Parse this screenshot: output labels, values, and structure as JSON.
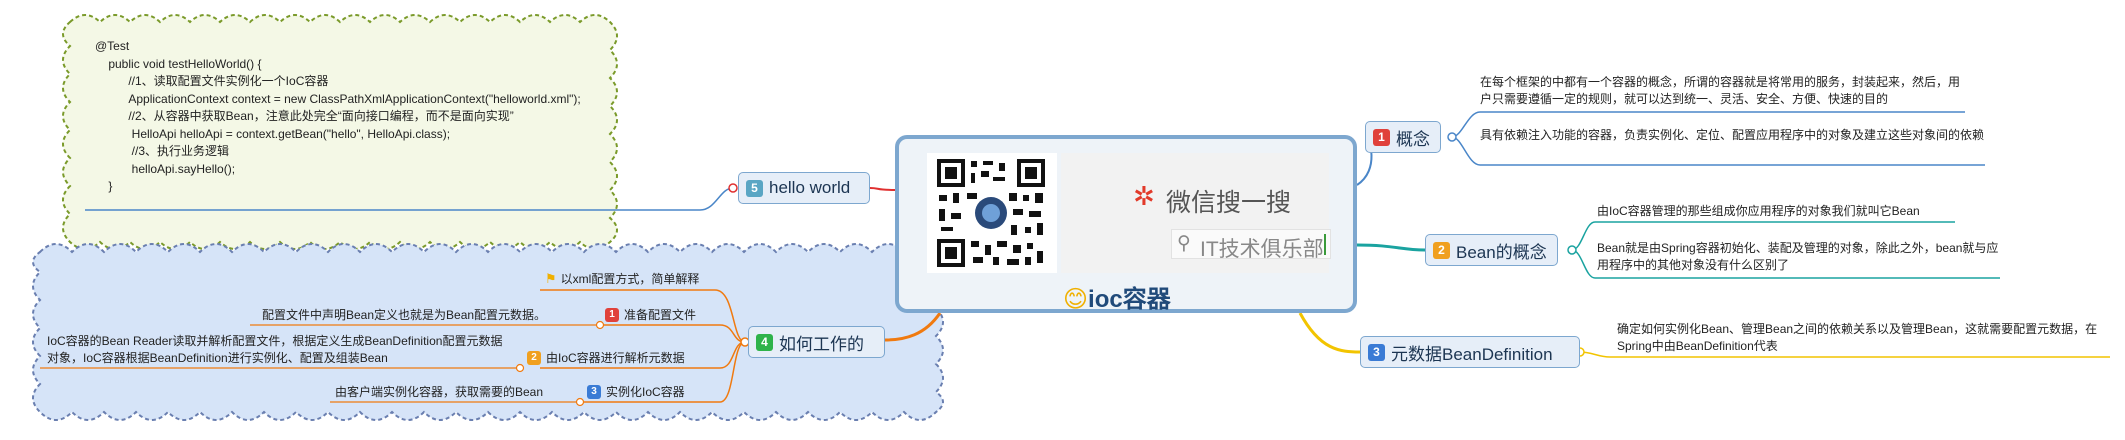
{
  "center": {
    "title": "ioc容器",
    "emoji": "😊",
    "wechat": {
      "brand": "微信搜一搜",
      "search_text": "IT技术俱乐部"
    }
  },
  "branches": {
    "concept": {
      "number": "1",
      "label": "概念",
      "notes": [
        "在每个框架的中都有一个容器的概念，所谓的容器就是将常用的服务，封装起来，然后，用户只需要遵循一定的规则，就可以达到统一、灵活、安全、方便、快速的目的",
        "具有依赖注入功能的容器，负责实例化、定位、配置应用程序中的对象及建立这些对象间的依赖"
      ]
    },
    "bean": {
      "number": "2",
      "label": "Bean的概念",
      "notes": [
        "由IoC容器管理的那些组成你应用程序的对象我们就叫它Bean",
        "Bean就是由Spring容器初始化、装配及管理的对象，除此之外，bean就与应用程序中的其他对象没有什么区别了"
      ]
    },
    "metadata": {
      "number": "3",
      "label": "元数据BeanDefinition",
      "notes": [
        "确定如何实例化Bean、管理Bean之间的依赖关系以及管理Bean，这就需要配置元数据，在Spring中由BeanDefinition代表"
      ]
    },
    "howitworks": {
      "number": "4",
      "label": "如何工作的",
      "top_note": "以xml配置方式，简单解释",
      "steps": [
        {
          "number": "1",
          "label": "准备配置文件",
          "note": "配置文件中声明Bean定义也就是为Bean配置元数据。"
        },
        {
          "number": "2",
          "label": "由IoC容器进行解析元数据",
          "note": "IoC容器的Bean Reader读取并解析配置文件，根据定义生成BeanDefinition配置元数据对象，IoC容器根据BeanDefinition进行实例化、配置及组装Bean"
        },
        {
          "number": "3",
          "label": "实例化IoC容器",
          "note": "由客户端实例化容器，获取需要的Bean"
        }
      ]
    },
    "helloworld": {
      "number": "5",
      "label": "hello world",
      "code": "@Test\n    public void testHelloWorld() {\n          //1、读取配置文件实例化一个IoC容器\n          ApplicationContext context = new ClassPathXmlApplicationContext(\"helloworld.xml\");\n          //2、从容器中获取Bean，注意此处完全“面向接口编程，而不是面向实现”\n           HelloApi helloApi = context.getBean(\"hello\", HelloApi.class);\n           //3、执行业务逻辑\n           helloApi.sayHello();\n    }"
    }
  },
  "colors": {
    "concept_line": "#4a86c8",
    "bean_line": "#1aa3a0",
    "metadata_line": "#f2c400",
    "howitworks_line": "#f07a10",
    "helloworld_line": "#e03030",
    "helloworld_bg": "#f4f8e6",
    "howitworks_bg": "#d6e4f8"
  }
}
